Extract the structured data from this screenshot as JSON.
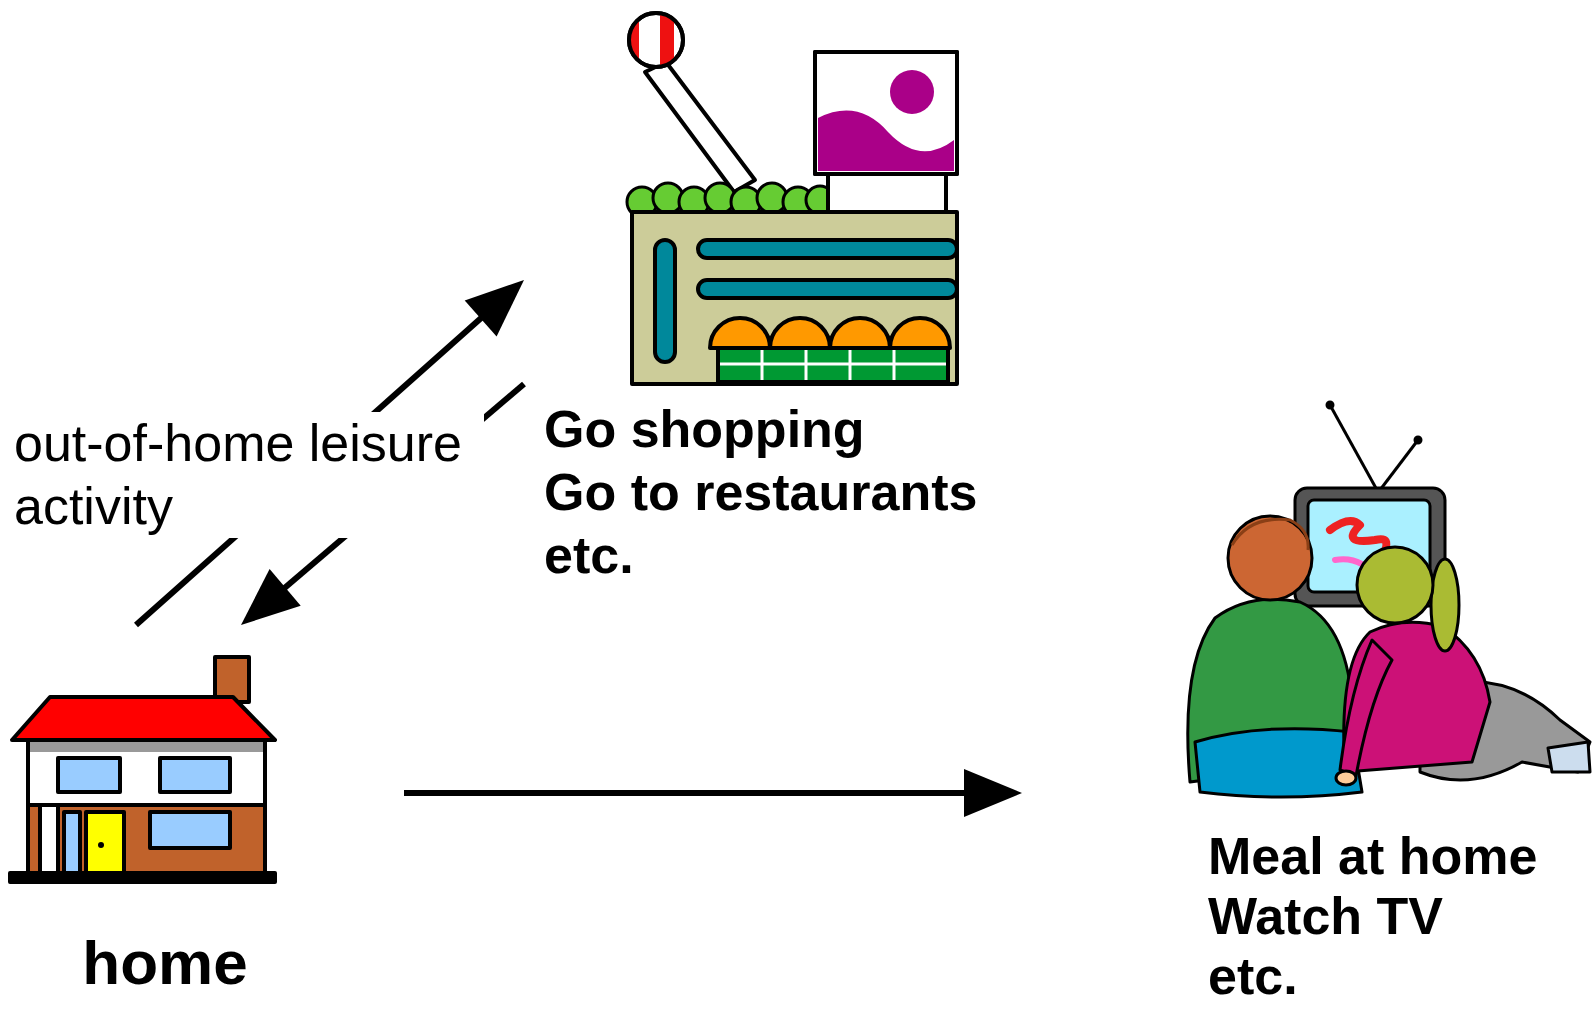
{
  "diagram": {
    "nodes": [
      {
        "text": [
          "home"
        ]
      },
      {
        "text": [
          "Go shopping",
          "Go to restaurants",
          "etc."
        ]
      },
      {
        "text": [
          "Meal at home",
          "Watch TV",
          "etc."
        ]
      }
    ],
    "edges": [
      {
        "from": 0,
        "to": 1,
        "arrow": "to",
        "label": "out-of-home leisure activity"
      },
      {
        "from": 1,
        "to": 0,
        "arrow": "to"
      },
      {
        "from": 0,
        "to": 2,
        "arrow": "to"
      }
    ]
  }
}
